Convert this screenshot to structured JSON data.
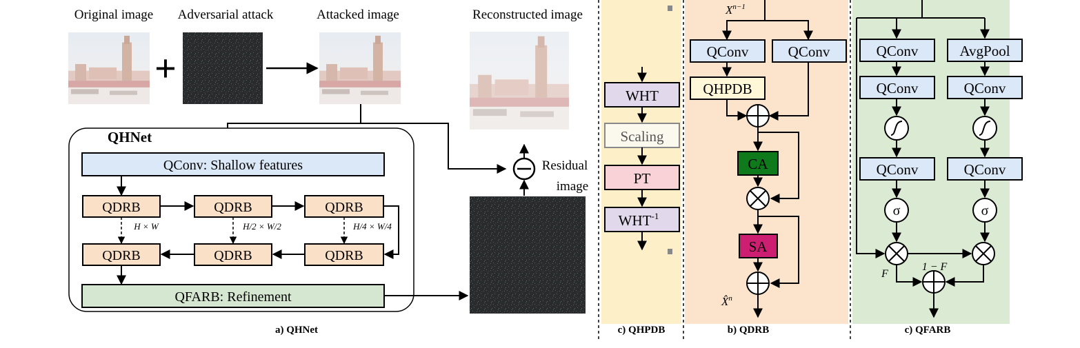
{
  "colors": {
    "qconv": "#dbe8f7",
    "qdrb": "#fbe0c8",
    "qfarb": "#d5e7d0",
    "wht": "#e2d8ec",
    "pt": "#f8d2d6",
    "ca": "#0e7a1c",
    "sa": "#cc1f72",
    "panel_qhpdb": "#fdf0c9",
    "panel_qdrb": "#fbe3cc",
    "panel_qfarb": "#dbead3",
    "qhpdb_box": "#fef7d8"
  },
  "panel_a": {
    "original_label": "Original image",
    "adversarial_label": "Adversarial attack",
    "attacked_label": "Attacked image",
    "reconstructed_label": "Reconstructed image",
    "plus_symbol": "+",
    "residual_label_1": "Residual",
    "residual_label_2": "image",
    "qhnet_title": "QHNet",
    "qconv_shallow": "QConv: Shallow features",
    "qdrb_label": "QDRB",
    "qfarb_refine": "QFARB: Refinement",
    "scale_1": "H × W",
    "scale_2": "H/2 × W/2",
    "scale_3": "H/4 × W/4",
    "caption": "a) QHNet"
  },
  "panel_qhpdb": {
    "wht": "WHT",
    "scaling": "Scaling",
    "pt": "PT",
    "wht_inv": "WHT",
    "wht_inv_sup": "-1",
    "caption": "c) QHPDB"
  },
  "panel_qdrb": {
    "input": "X",
    "input_sup": "n−1",
    "qconv_left": "QConv",
    "qconv_right": "QConv",
    "qhpdb": "QHPDB",
    "ca": "CA",
    "sa": "SA",
    "output": "X̂",
    "output_sup": "n",
    "caption": "b) QDRB"
  },
  "panel_qfarb": {
    "qconv_label": "QConv",
    "avgpool": "AvgPool",
    "sigma": "σ",
    "f_label": "F",
    "one_minus_f": "1 − F",
    "caption": "c) QFARB"
  }
}
